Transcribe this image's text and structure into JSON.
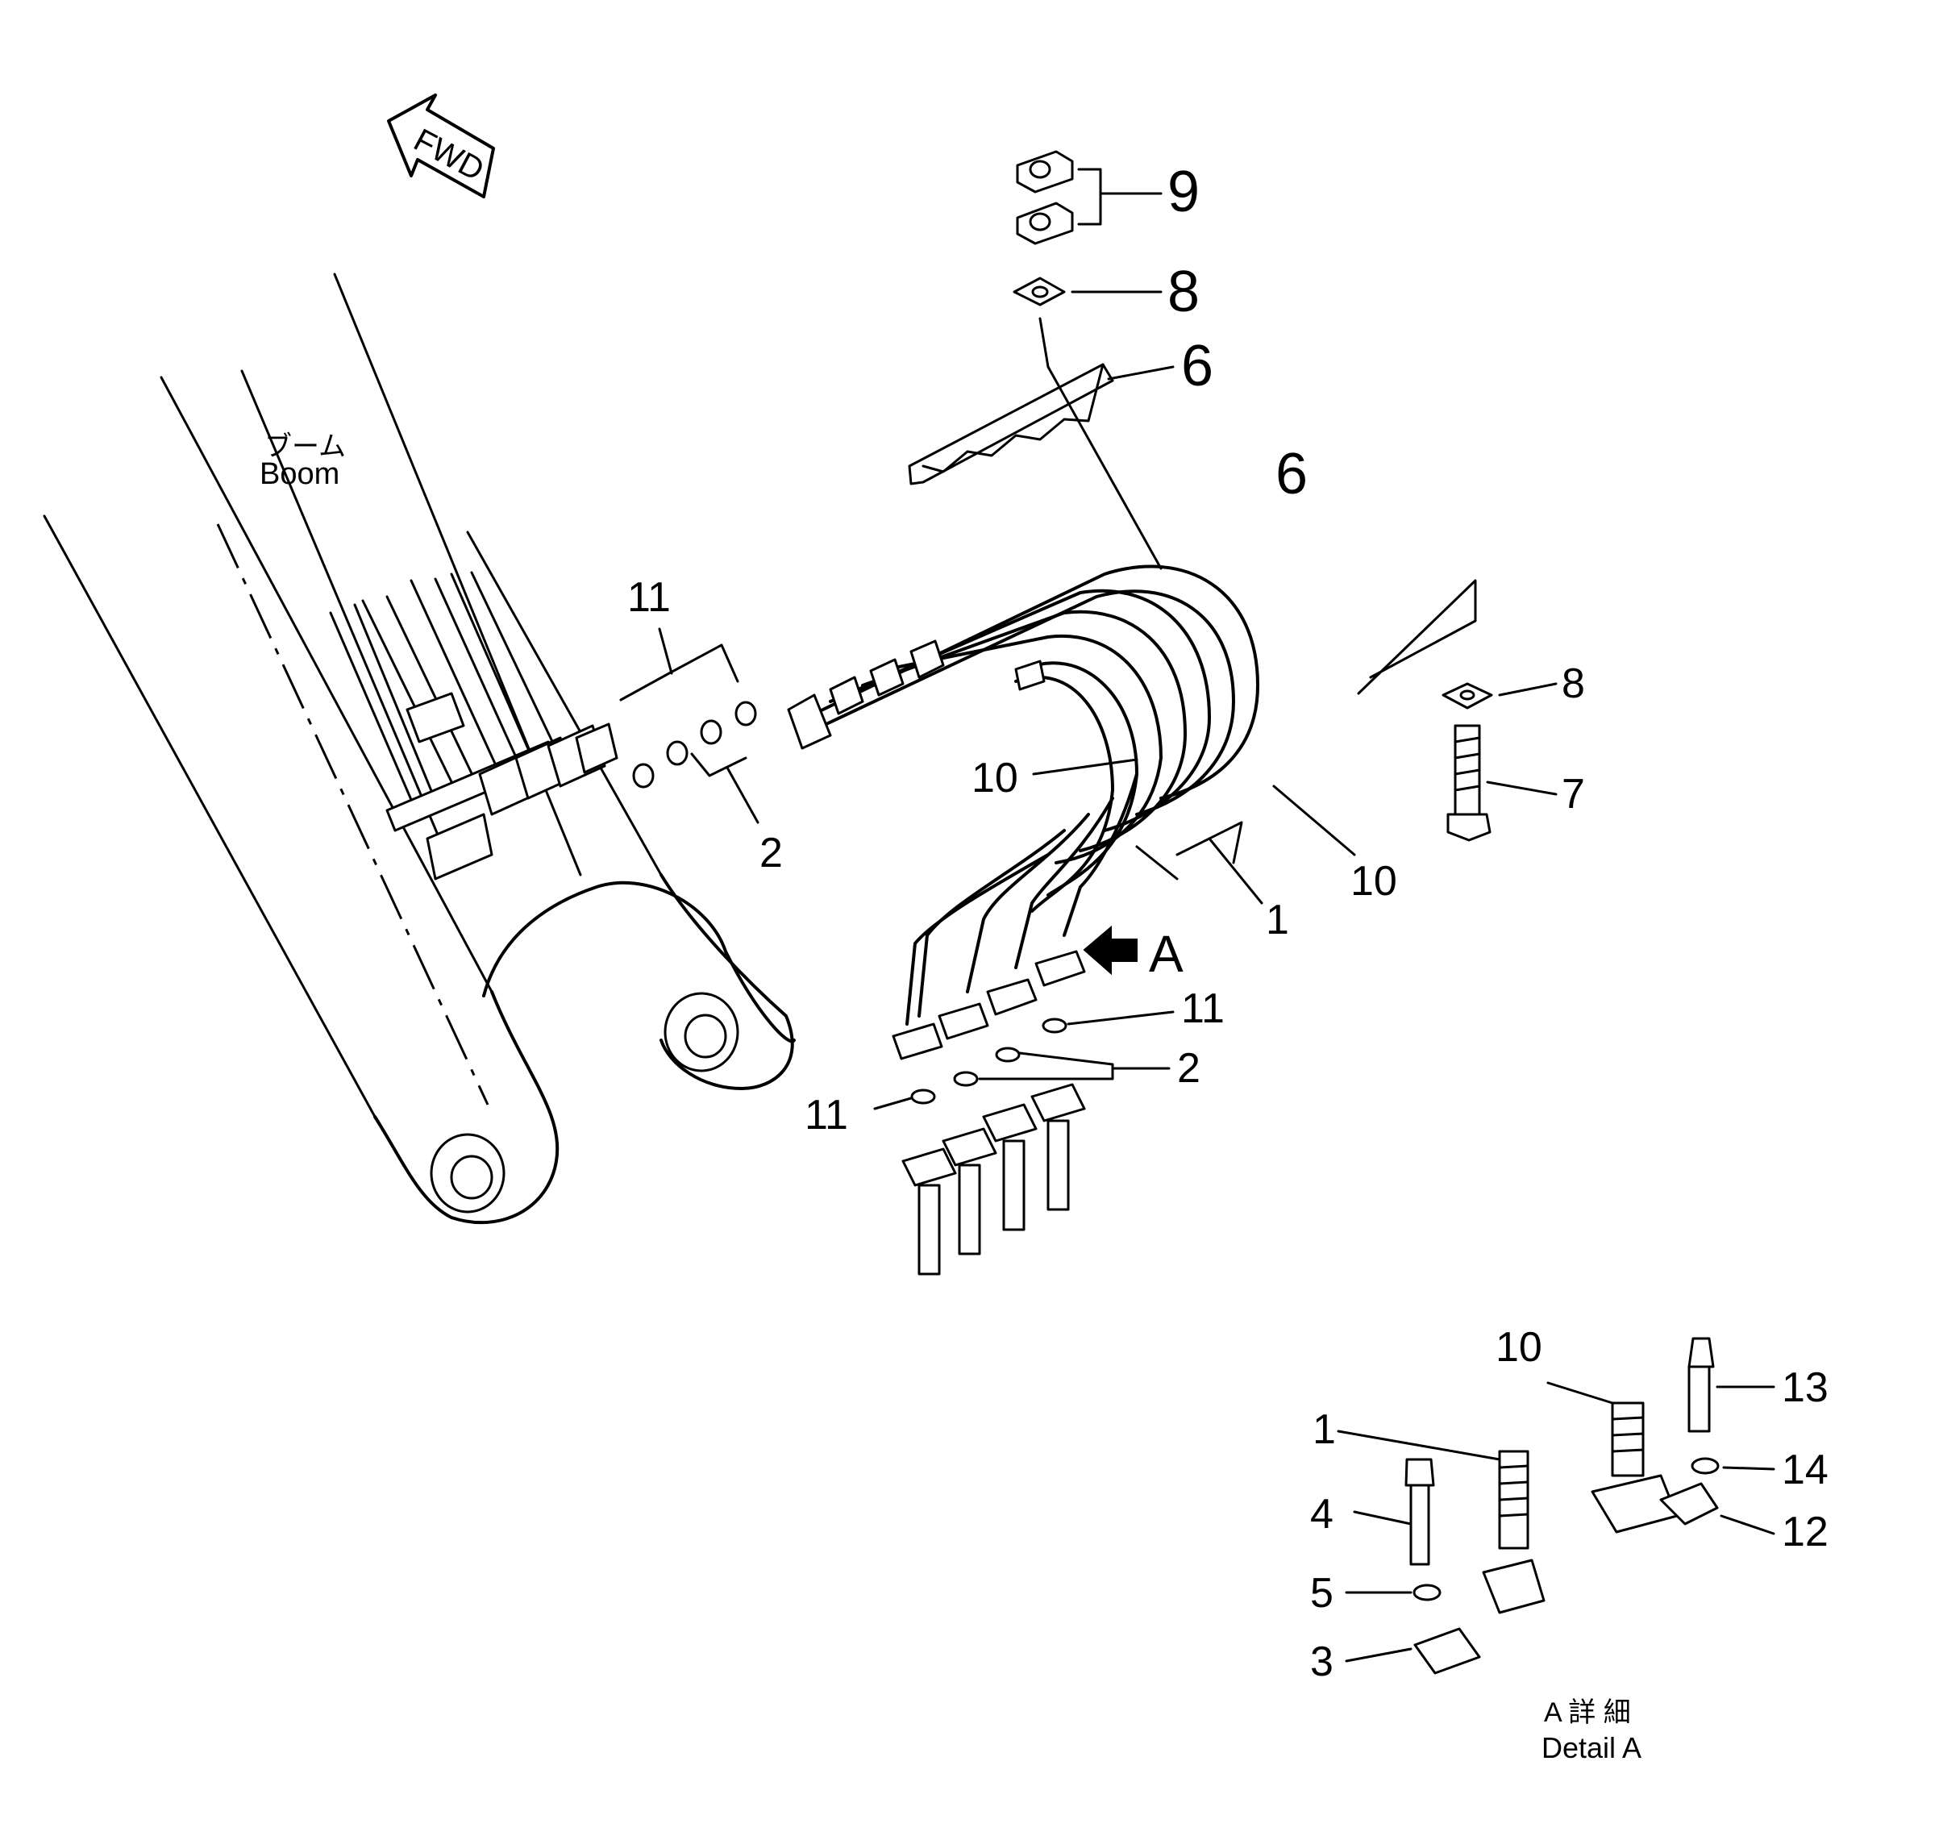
{
  "labels": {
    "fwd": "FWD",
    "boom_jp": "ブーム",
    "boom_en": "Boom",
    "view_arrow": "A",
    "detail_jp": "A 詳 細",
    "detail_en": "Detail A"
  },
  "callouts": {
    "p9": "9",
    "p8_top": "8",
    "p6_top": "6",
    "p6_mid": "6",
    "p11_top": "11",
    "p2_top": "2",
    "p8_right": "8",
    "p7": "7",
    "p10_left": "10",
    "p10_right": "10",
    "p1": "1",
    "p11_mid": "11",
    "p2_mid": "2",
    "p11_low": "11",
    "d10": "10",
    "d13": "13",
    "d1": "1",
    "d14": "14",
    "d4": "4",
    "d12": "12",
    "d5": "5",
    "d3": "3"
  }
}
